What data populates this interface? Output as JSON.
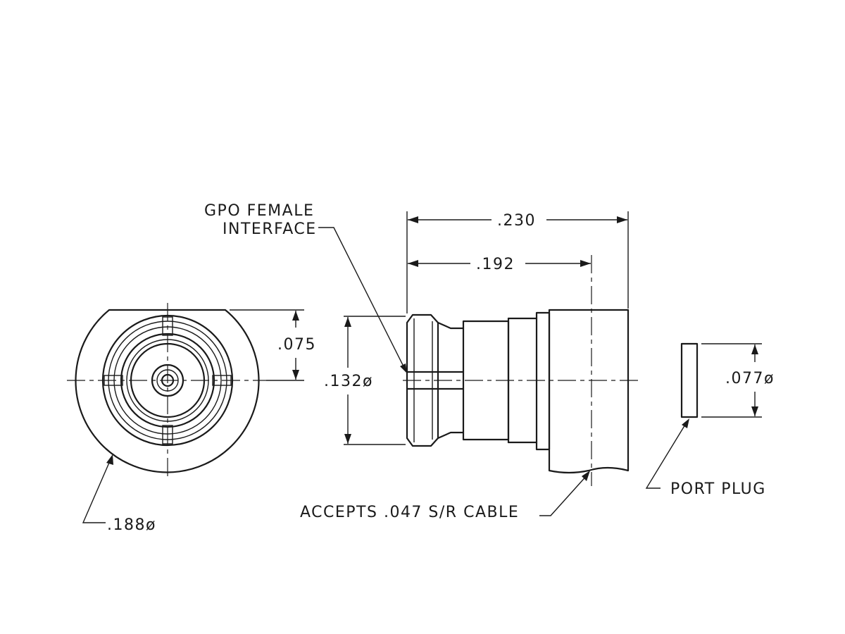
{
  "diagram": {
    "callouts": {
      "gpo_line1": "GPO FEMALE",
      "gpo_line2": "INTERFACE",
      "accepts": "ACCEPTS .047 S/R CABLE",
      "port_plug": "PORT PLUG"
    },
    "dimensions": {
      "overall_length": ".230",
      "body_length": ".192",
      "flat_offset": ".075",
      "interface_dia": ".132ø",
      "plug_dia": ".077ø",
      "body_dia": ".188ø"
    }
  }
}
